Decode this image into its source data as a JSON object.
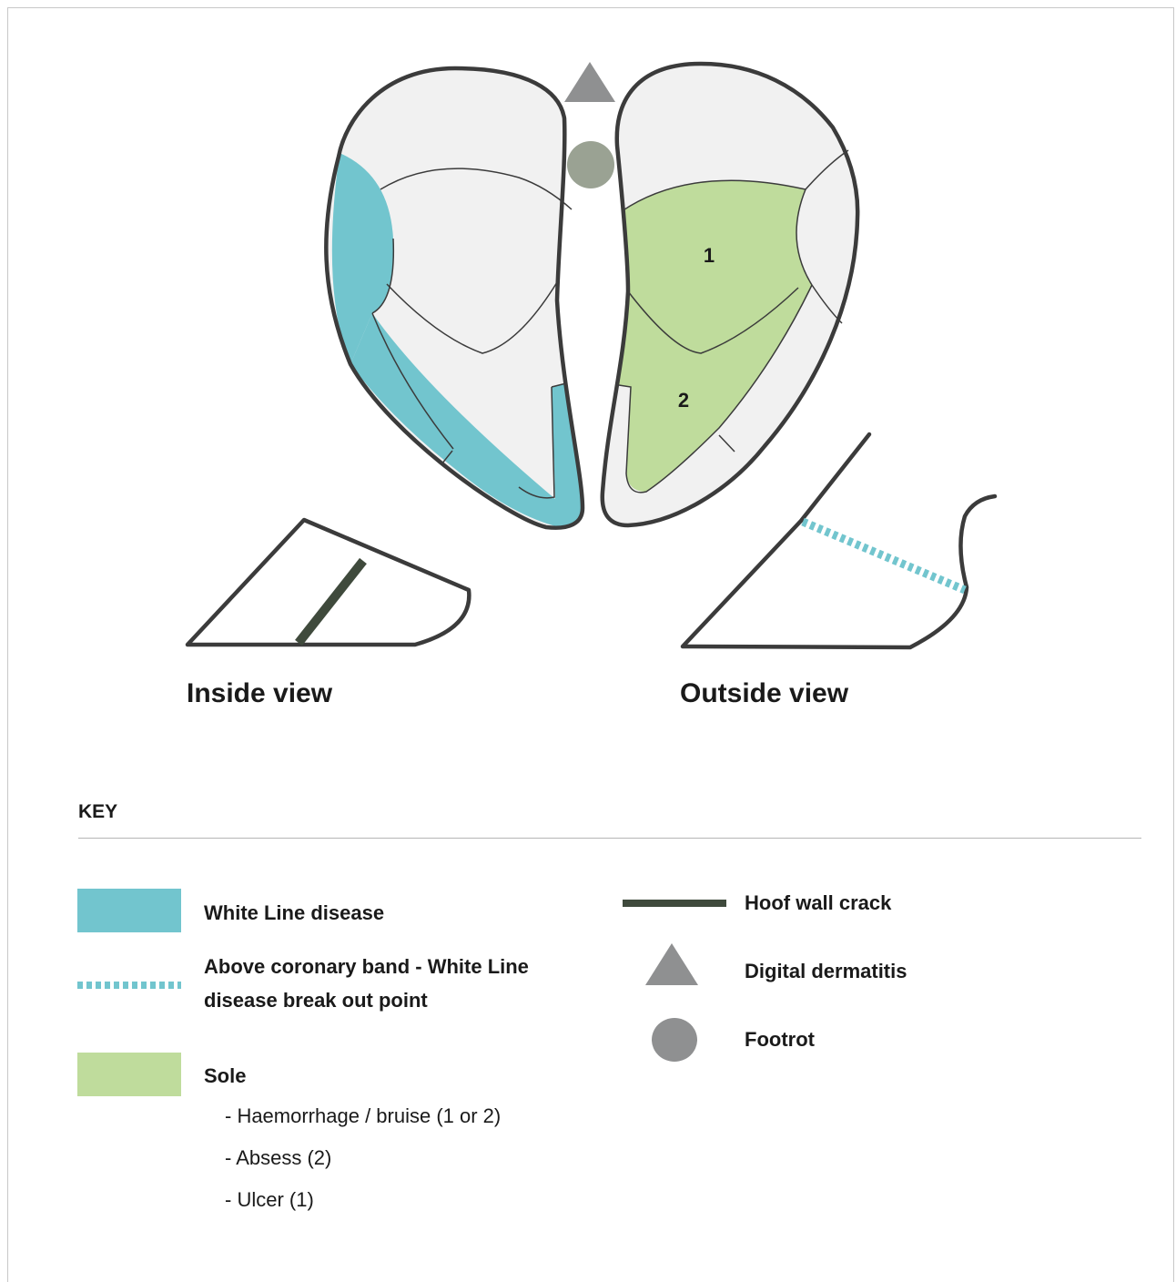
{
  "colors": {
    "white_line": "#72c5ce",
    "sole": "#bfdc9c",
    "hoof_fill": "#f1f1f1",
    "outline": "#3b3b3b",
    "crack": "#3f4a3c",
    "digital_dermatitis": "#8f9091",
    "footrot_diagram": "#9aa293",
    "footrot_key": "#8f9091"
  },
  "diagram": {
    "zone_1_label": "1",
    "zone_2_label": "2",
    "inside_view_label": "Inside view",
    "outside_view_label": "Outside view"
  },
  "key": {
    "title": "KEY",
    "items": [
      {
        "icon": "teal-swatch",
        "label": "White Line disease"
      },
      {
        "icon": "teal-dotted-line",
        "label": "Above coronary band - White Line disease break out point"
      },
      {
        "icon": "green-swatch",
        "label": "Sole"
      },
      {
        "icon": "dark-line",
        "label": "Hoof wall crack"
      },
      {
        "icon": "triangle",
        "label": "Digital dermatitis"
      },
      {
        "icon": "circle",
        "label": "Footrot"
      }
    ],
    "sole_subitems": [
      "-  Haemorrhage / bruise (1 or 2)",
      "- Absess (2)",
      "- Ulcer (1)"
    ]
  }
}
